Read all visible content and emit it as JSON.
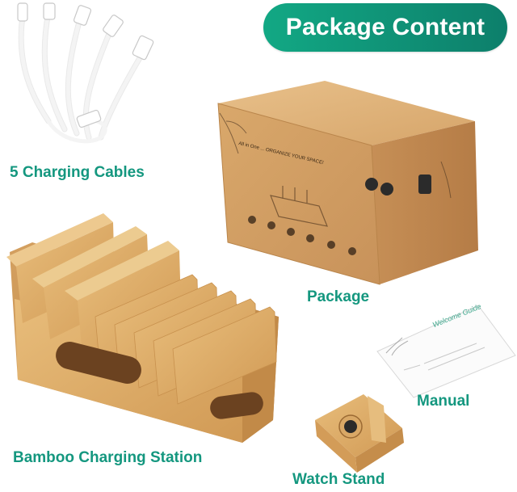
{
  "banner": {
    "title": "Package Content"
  },
  "labels": {
    "cables": "5 Charging Cables",
    "package": "Package",
    "manual": "Manual",
    "station": "Bamboo Charging Station",
    "watch_stand": "Watch Stand"
  },
  "box_print": {
    "headline": "All in One ... ORGANIZE YOUR SPACE!"
  },
  "manual_card": {
    "title": "Welcome Guide"
  },
  "colors": {
    "accent": "#14977f",
    "banner_start": "#12a884",
    "banner_end": "#0d7f6b",
    "kraft": "#d4a46a",
    "bamboo": "#deb06c"
  }
}
